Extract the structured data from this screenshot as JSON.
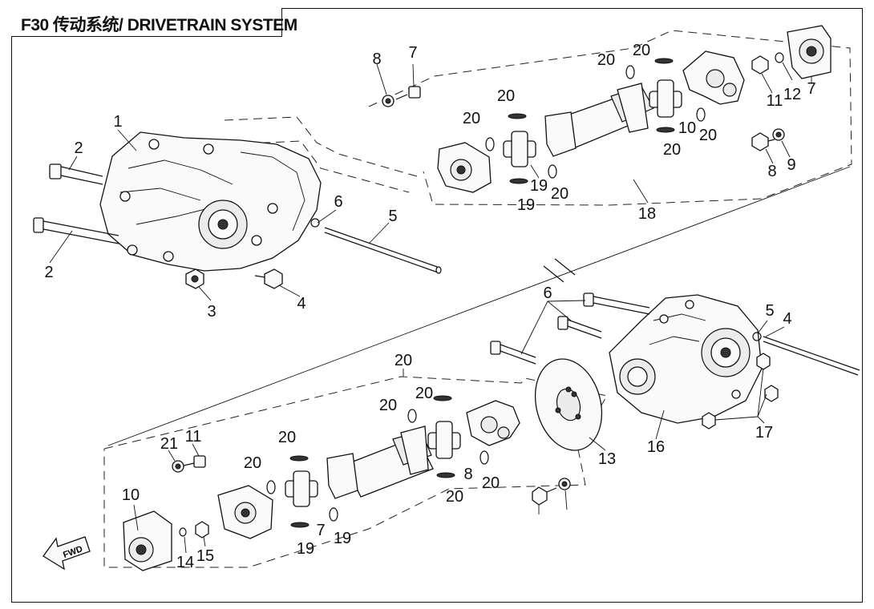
{
  "title": "F30 传动系统/ DRIVETRAIN SYSTEM",
  "fwd_label": "FWD",
  "callouts": [
    "1",
    "2",
    "2",
    "3",
    "4",
    "5",
    "6",
    "7",
    "8",
    "20",
    "20",
    "20",
    "20",
    "20",
    "20",
    "20",
    "19",
    "19",
    "10",
    "11",
    "12",
    "7",
    "8",
    "9",
    "18",
    "6",
    "5",
    "4",
    "17",
    "16",
    "13",
    "20",
    "20",
    "20",
    "20",
    "20",
    "20",
    "20",
    "19",
    "19",
    "8",
    "7",
    "21",
    "11",
    "10",
    "14",
    "15"
  ]
}
